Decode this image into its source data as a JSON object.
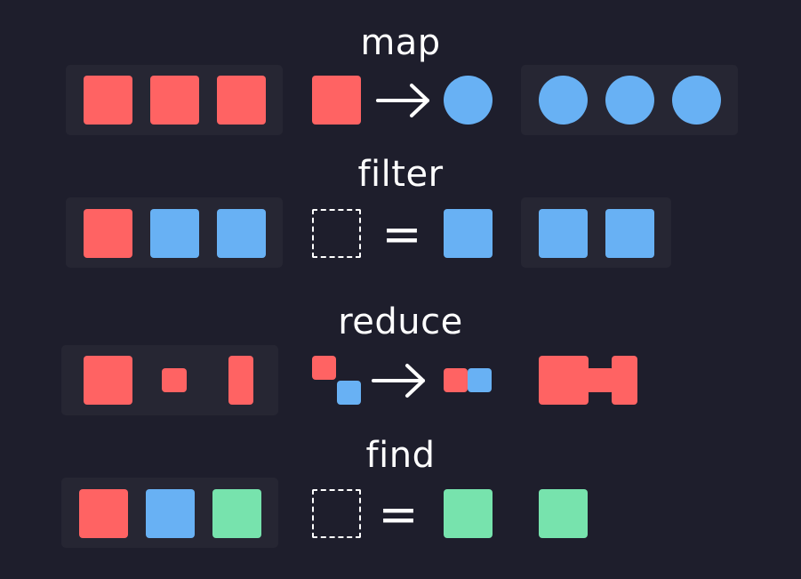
{
  "colors": {
    "background": "#1e1e2c",
    "panel": "#262633",
    "red": "#ff6363",
    "blue": "#68b1f4",
    "green": "#77e3ad",
    "white": "#ffffff"
  },
  "rows": [
    {
      "label": "map",
      "operator": "right-arrow-icon"
    },
    {
      "label": "filter",
      "operator": "="
    },
    {
      "label": "reduce",
      "operator": "right-arrow-icon"
    },
    {
      "label": "find",
      "operator": "="
    }
  ]
}
